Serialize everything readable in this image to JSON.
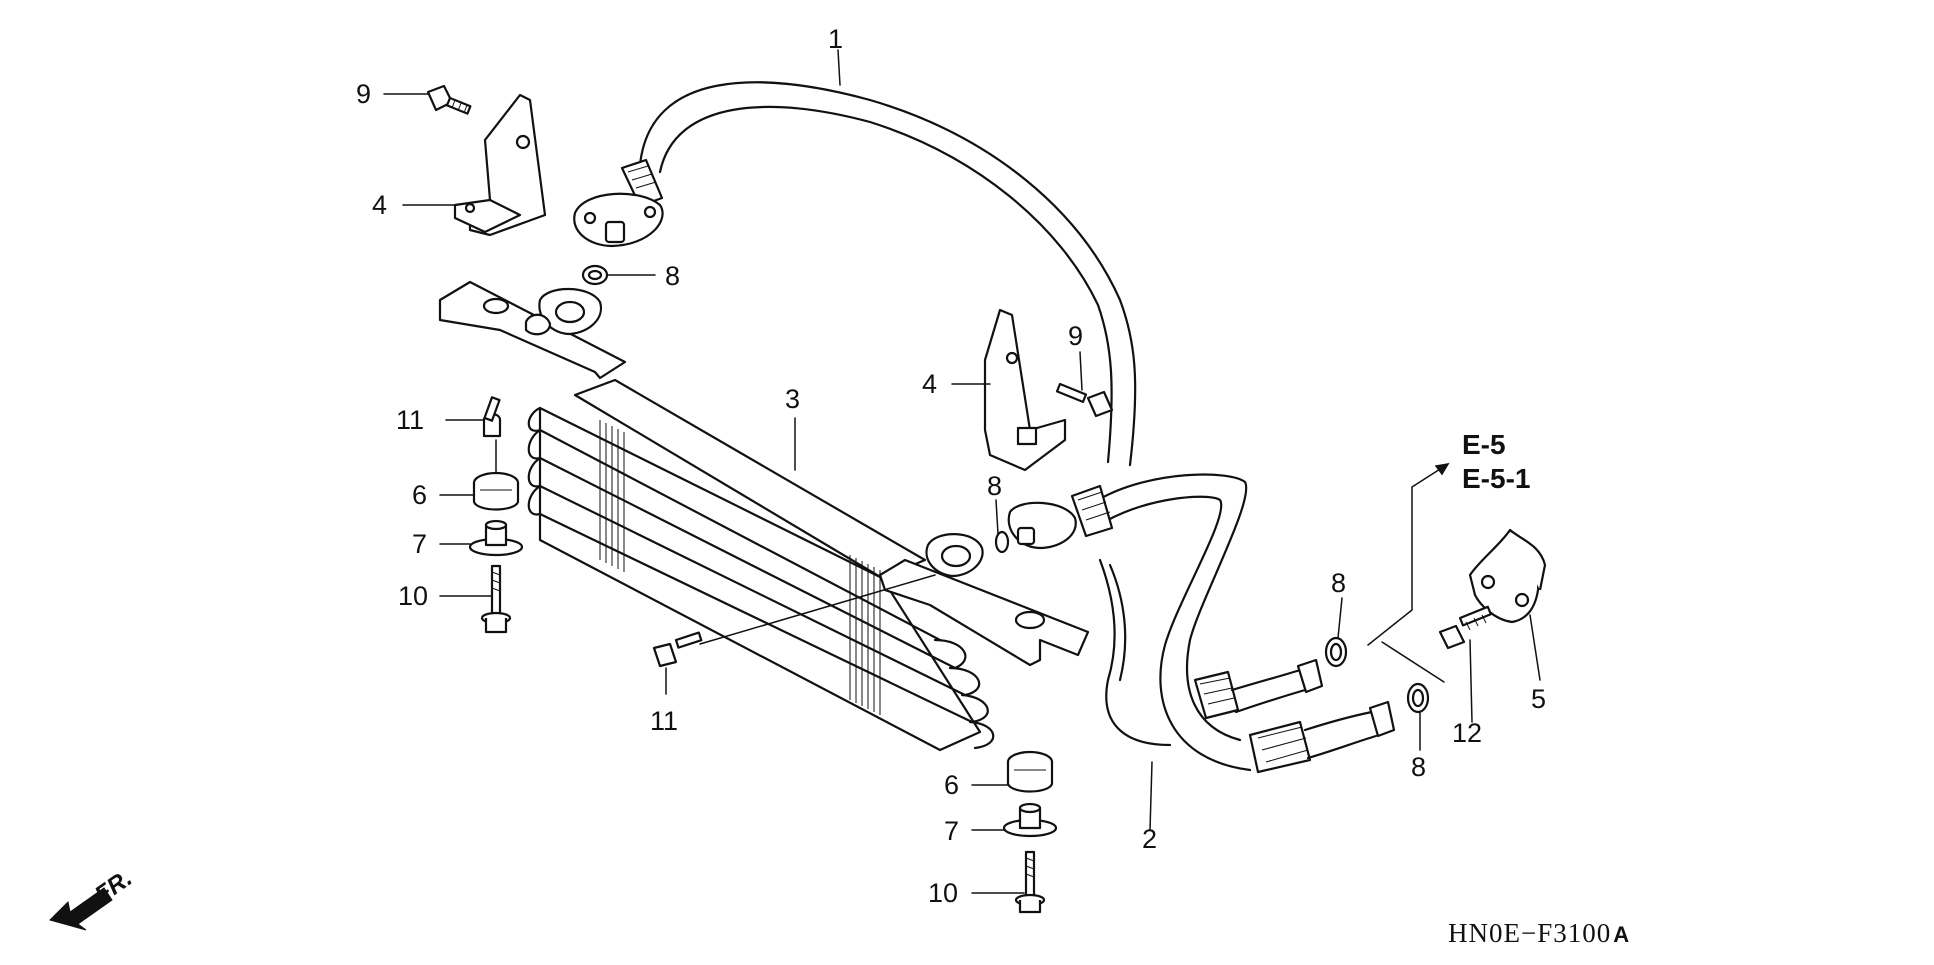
{
  "callouts": {
    "c1": "1",
    "c2": "2",
    "c3": "3",
    "c4a": "4",
    "c4b": "4",
    "c5": "5",
    "c6a": "6",
    "c6b": "6",
    "c7a": "7",
    "c7b": "7",
    "c8a": "8",
    "c8b": "8",
    "c8c": "8",
    "c8d": "8",
    "c9a": "9",
    "c9b": "9",
    "c10a": "10",
    "c10b": "10",
    "c11a": "11",
    "c11b": "11",
    "c12": "12"
  },
  "references": {
    "ref1": "E-5",
    "ref2": "E-5-1"
  },
  "direction": {
    "label": "FR."
  },
  "diagram_code": {
    "main": "HN0E−F3100",
    "suffix": "A"
  }
}
